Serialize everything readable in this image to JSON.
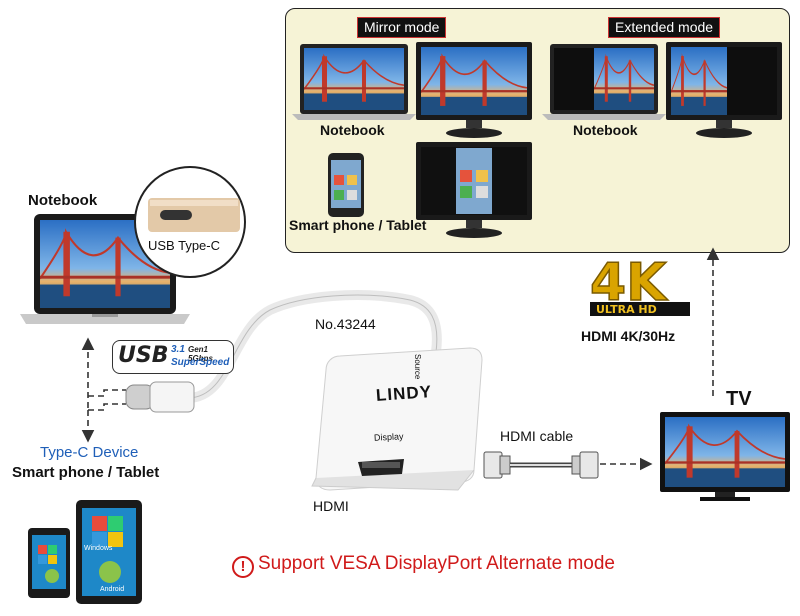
{
  "panel": {
    "mirror_mode": "Mirror mode",
    "extended_mode": "Extended mode",
    "notebook_left": "Notebook",
    "notebook_right": "Notebook",
    "smartphone_tablet": "Smart phone / Tablet"
  },
  "left": {
    "notebook": "Notebook",
    "usb_typec": "USB Type-C",
    "typec_device": "Type-C Device",
    "smartphone_tablet": "Smart phone / Tablet"
  },
  "usb_badge": {
    "usb": "USB",
    "version": "3.1",
    "gen": "Gen1 5Gbps",
    "superspeed": "SuperSpeed"
  },
  "adapter": {
    "model": "No.43244",
    "brand": "LINDY",
    "source": "Source",
    "display": "Display",
    "hdmi": "HDMI"
  },
  "right": {
    "hdmi_cable": "HDMI cable",
    "tv": "TV",
    "hdmi_4k": "HDMI 4K/30Hz",
    "k4": "4K",
    "ultra_hd": "ULTRA HD"
  },
  "tablet_icons": {
    "windows": "Windows",
    "android": "Android"
  },
  "footer": {
    "support": "Support VESA DisplayPort Alternate mode"
  },
  "colors": {
    "accent_blue": "#1f5fb8",
    "warning_red": "#d01a1a",
    "panel_bg": "#f6f3d6"
  }
}
